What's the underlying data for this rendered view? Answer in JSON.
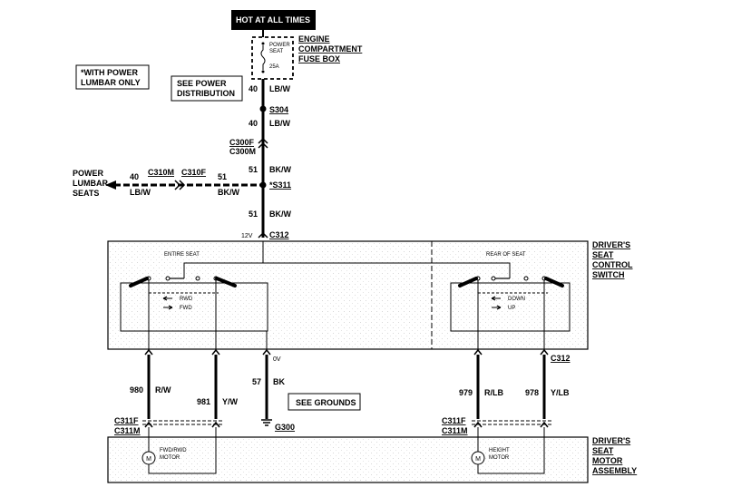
{
  "hot_at_all_times": "HOT AT ALL TIMES",
  "fuse": {
    "name_line1": "POWER",
    "name_line2": "SEAT",
    "rating": "25A"
  },
  "fuse_box": {
    "line1": "ENGINE",
    "line2": "COMPARTMENT",
    "line3": "FUSE BOX"
  },
  "note": {
    "line1": "*WITH POWER",
    "line2": "LUMBAR ONLY"
  },
  "see_power": {
    "line1": "SEE POWER",
    "line2": "DISTRIBUTION"
  },
  "wires": {
    "w1": {
      "num": "40",
      "color": "LB/W"
    },
    "w2": {
      "num": "40",
      "color": "LB/W"
    },
    "w3": {
      "num": "51",
      "color": "BK/W"
    },
    "w4": {
      "num": "51",
      "color": "BK/W"
    },
    "lumbar40": {
      "num": "40",
      "color": "LB/W"
    },
    "lumbar51": {
      "num": "51",
      "color": "BK/W"
    },
    "w980": {
      "num": "980",
      "color": "R/W"
    },
    "w981": {
      "num": "981",
      "color": "Y/W"
    },
    "w57": {
      "num": "57",
      "color": "BK"
    },
    "w979": {
      "num": "979",
      "color": "R/LB"
    },
    "w978": {
      "num": "978",
      "color": "Y/LB"
    }
  },
  "splices": {
    "s304": "S304",
    "s311": "*S311"
  },
  "connectors": {
    "c300f": "C300F",
    "c300m": "C300M",
    "c310m": "C310M",
    "c310f": "C310F",
    "c312_top": "C312",
    "c312_right": "C312",
    "c311f_left": "C311F",
    "c311m_left": "C311M",
    "c311f_right": "C311F",
    "c311m_right": "C311M"
  },
  "voltages": {
    "v12": "12V",
    "v0": "0V"
  },
  "power_lumbar": {
    "line1": "POWER",
    "line2": "LUMBAR",
    "line3": "SEATS"
  },
  "switch": {
    "title_line1": "DRIVER'S",
    "title_line2": "SEAT",
    "title_line3": "CONTROL",
    "title_line4": "SWITCH",
    "entire_seat": "ENTIRE SEAT",
    "rear_of_seat": "REAR OF SEAT",
    "rwd": "RWD",
    "fwd": "FWD",
    "down": "DOWN",
    "up": "UP"
  },
  "see_grounds": "SEE GROUNDS",
  "ground": "G300",
  "motor": {
    "title_line1": "DRIVER'S",
    "title_line2": "SEAT",
    "title_line3": "MOTOR",
    "title_line4": "ASSEMBLY",
    "fwd_rwd_line1": "FWD/RWD",
    "fwd_rwd_line2": "MOTOR",
    "height_line1": "HEIGHT",
    "height_line2": "MOTOR",
    "m_left": "M",
    "m_right": "M"
  }
}
